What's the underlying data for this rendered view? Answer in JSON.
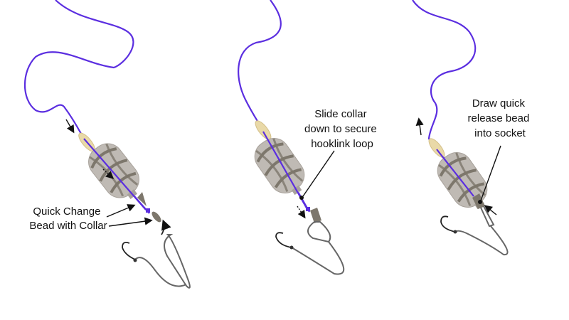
{
  "title": "Quick change bead rig assembly steps",
  "colors": {
    "mainline": "#5b2ee0",
    "lead": "#bfbab4",
    "lead_bands": "#7d776c",
    "bead": "#e9d9a8",
    "hooklink": "#666666"
  },
  "steps": [
    {
      "label_lines": [
        "Quick Change",
        "Bead with Collar"
      ]
    },
    {
      "label_lines": [
        "Slide collar",
        "down to secure",
        "hooklink loop"
      ]
    },
    {
      "label_lines": [
        "Draw quick",
        "release bead",
        "into socket"
      ]
    }
  ]
}
